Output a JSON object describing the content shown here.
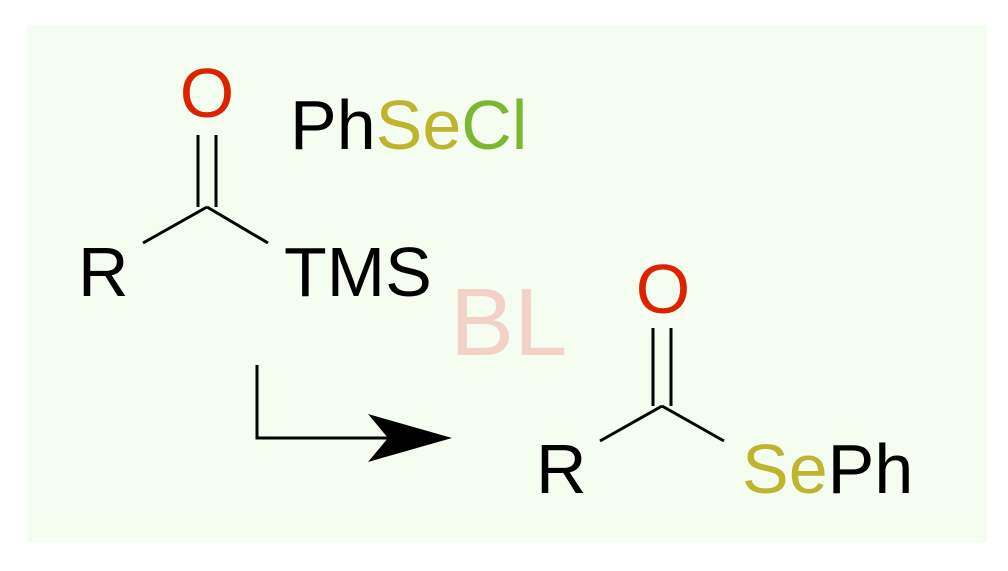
{
  "background": "#f5fdf1",
  "colors": {
    "bond": "#000000",
    "carbon_label": "#000000",
    "oxygen": "#dd2200",
    "selenium": "#bdb52e",
    "chlorine": "#7cb82f",
    "watermark": "#f2d2c6"
  },
  "reactant": {
    "oxygen_label": "O",
    "r_label": "R",
    "tms_label": "TMS"
  },
  "reagent": {
    "ph_label": "Ph",
    "se_label": "Se",
    "cl_label": "Cl"
  },
  "product": {
    "oxygen_label": "O",
    "r_label": "R",
    "se_label": "Se",
    "ph_label": "Ph"
  },
  "arrow": {
    "type": "bent-arrow",
    "direction": "right"
  },
  "watermark": {
    "text": "BL"
  }
}
